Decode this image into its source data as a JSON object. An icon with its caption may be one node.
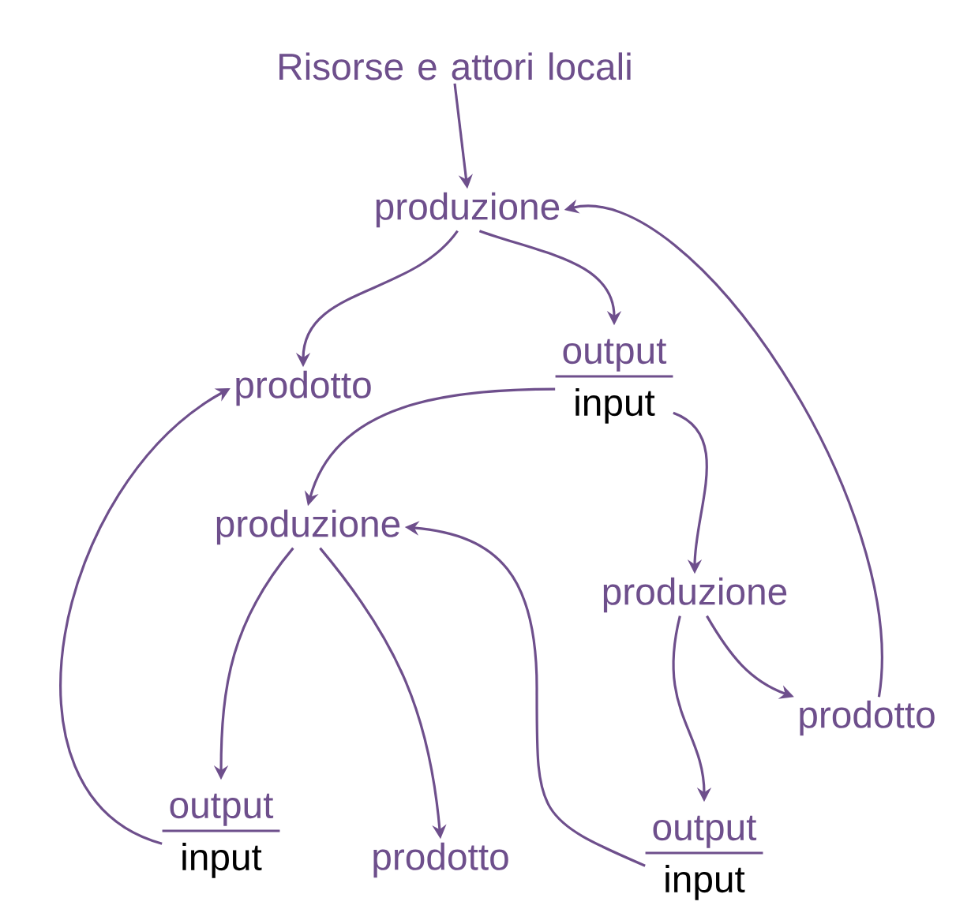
{
  "diagram": {
    "nodes": [
      {
        "text": [
          "Risorse e attori locali"
        ]
      },
      {
        "text": [
          "produzione"
        ]
      },
      {
        "text": [
          "prodotto"
        ]
      },
      {
        "text": [
          "output",
          "input"
        ]
      },
      {
        "text": [
          "produzione"
        ]
      },
      {
        "text": [
          "produzione"
        ]
      },
      {
        "text": [
          "output",
          "input"
        ]
      },
      {
        "text": [
          "prodotto"
        ]
      },
      {
        "text": [
          "prodotto"
        ]
      },
      {
        "text": [
          "output",
          "input"
        ]
      }
    ],
    "edges": [
      {
        "from": 0,
        "to": 1,
        "arrow": "to"
      },
      {
        "from": 1,
        "to": 2,
        "arrow": "to"
      },
      {
        "from": 1,
        "to": 3,
        "arrow": "to"
      },
      {
        "from": 3,
        "to": 4,
        "arrow": "to"
      },
      {
        "from": 3,
        "to": 5,
        "arrow": "to"
      },
      {
        "from": 4,
        "to": 6,
        "arrow": "to"
      },
      {
        "from": 4,
        "to": 7,
        "arrow": "to"
      },
      {
        "from": 5,
        "to": 9,
        "arrow": "to"
      },
      {
        "from": 5,
        "to": 8,
        "arrow": "to"
      },
      {
        "from": 8,
        "to": 1,
        "arrow": "to"
      },
      {
        "from": 6,
        "to": 2,
        "arrow": "to"
      },
      {
        "from": 9,
        "to": 4,
        "arrow": "to"
      }
    ]
  }
}
